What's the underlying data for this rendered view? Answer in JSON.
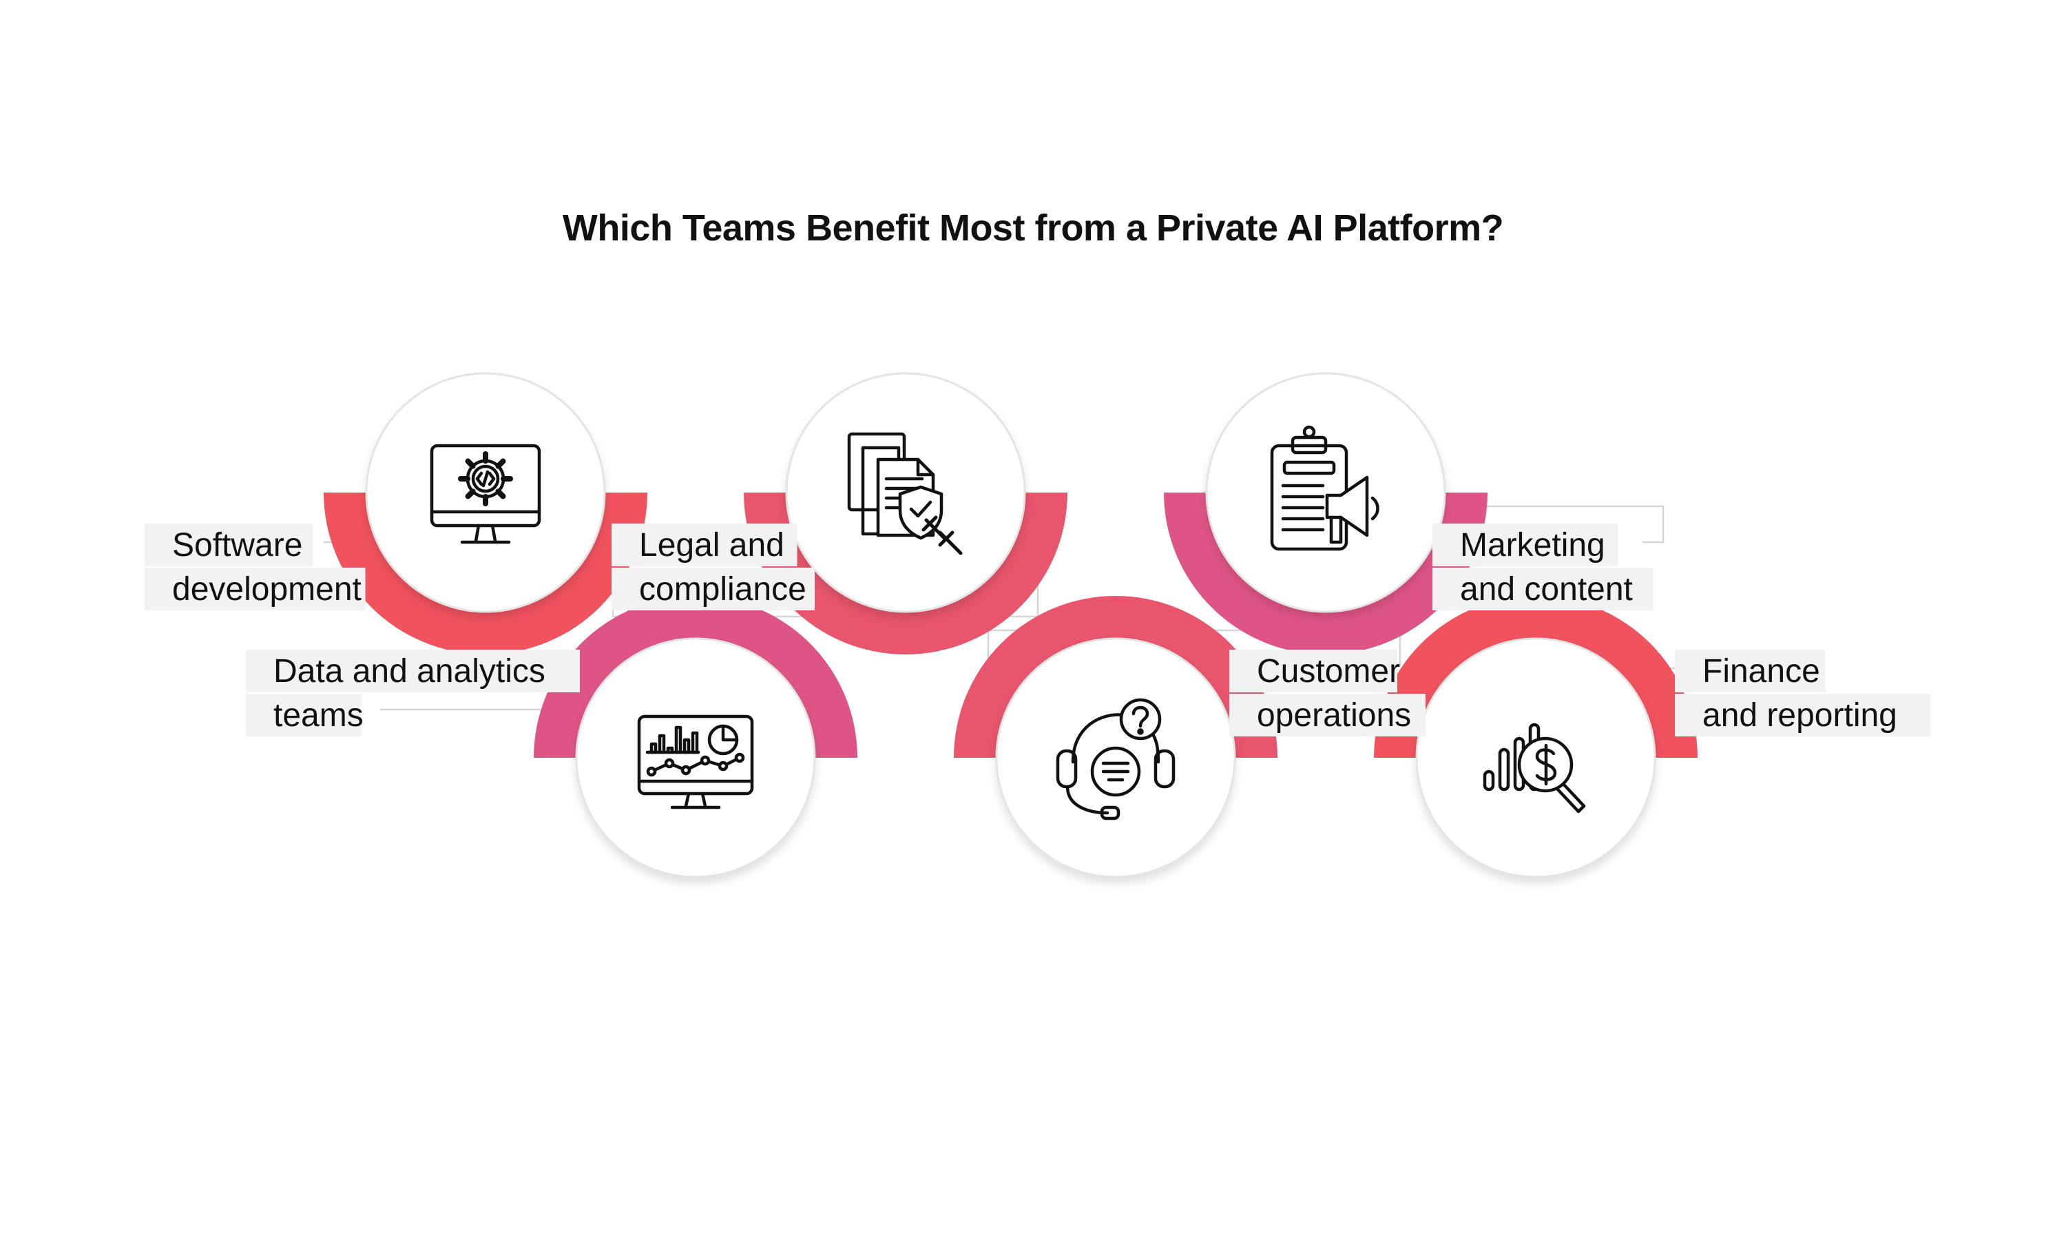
{
  "title": "Which Teams Benefit Most from a Private AI Platform?",
  "colors": {
    "coral": "#F0525E",
    "rose": "#E8556C",
    "pink": "#DF5486",
    "label_bg": "#F2F2F2",
    "connector": "#D6D6D6",
    "icon": "#111111"
  },
  "teams": [
    {
      "id": "software",
      "lines": [
        "Software",
        "development"
      ],
      "icon": "monitor-code-gear-icon",
      "arc_color": "coral"
    },
    {
      "id": "legal",
      "lines": [
        "Legal and",
        "compliance"
      ],
      "icon": "documents-shield-gavel-icon",
      "arc_color": "rose"
    },
    {
      "id": "marketing",
      "lines": [
        "Marketing",
        "and content"
      ],
      "icon": "clipboard-megaphone-icon",
      "arc_color": "pink"
    },
    {
      "id": "data",
      "lines": [
        "Data and analytics",
        "teams"
      ],
      "icon": "monitor-analytics-icon",
      "arc_color": "pink"
    },
    {
      "id": "customer",
      "lines": [
        "Customer",
        "operations"
      ],
      "icon": "headset-support-icon",
      "arc_color": "rose"
    },
    {
      "id": "finance",
      "lines": [
        "Finance",
        "and reporting"
      ],
      "icon": "chart-dollar-magnifier-icon",
      "arc_color": "coral"
    }
  ]
}
